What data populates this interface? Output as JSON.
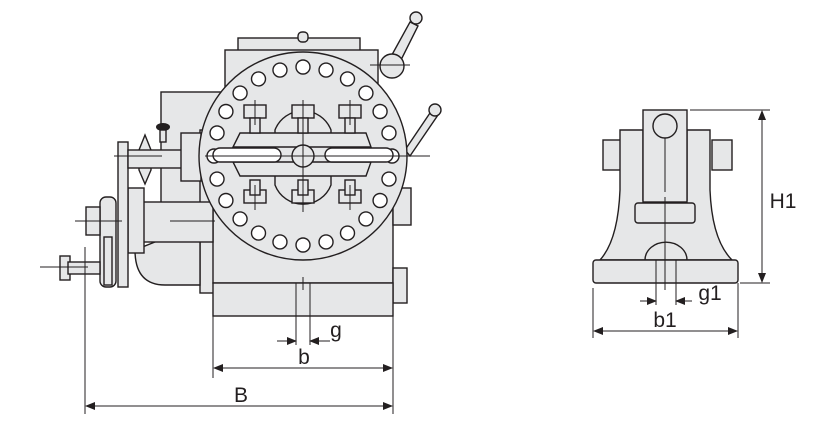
{
  "views": {
    "front": {
      "labels": {
        "overall_width": "B",
        "base_width": "b",
        "slot_width": "g"
      }
    },
    "side": {
      "labels": {
        "height": "H1",
        "base_width": "b1",
        "slot_width": "g1"
      }
    }
  },
  "colors": {
    "fill": "#e6e7e8",
    "stroke": "#231f20"
  }
}
